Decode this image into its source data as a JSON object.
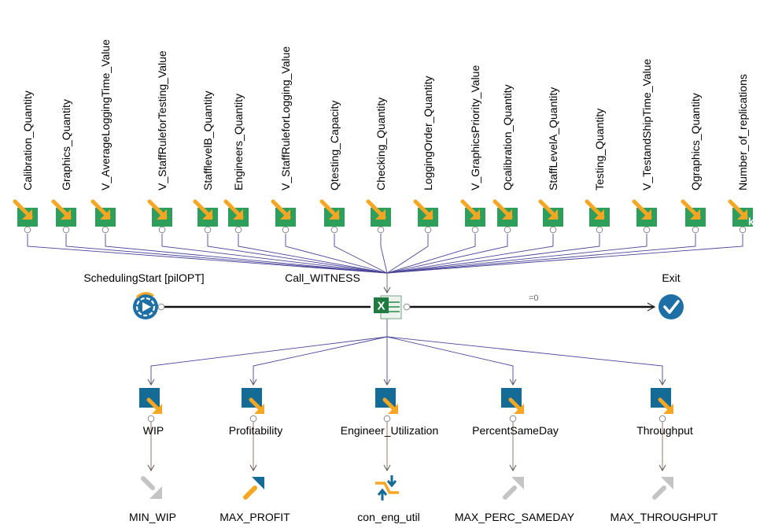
{
  "inputs": [
    {
      "label": "Calibration_Quantity"
    },
    {
      "label": "Graphics_Quantity"
    },
    {
      "label": "V_AverageLoggingTime_Value"
    },
    {
      "label": "V_StaffRuleforTesting_Value"
    },
    {
      "label": "StafflevelB_Quantity"
    },
    {
      "label": "Engineers_Quantity"
    },
    {
      "label": "V_StaffRuleforLogging_Value"
    },
    {
      "label": "Qtesting_Capacity"
    },
    {
      "label": "Checking_Quantity"
    },
    {
      "label": "LoggingOrder_Quantity"
    },
    {
      "label": "V_GraphicsPriority_Value"
    },
    {
      "label": "Qcalibration_Quantity"
    },
    {
      "label": "StaffLevelA_Quantity"
    },
    {
      "label": "Testing_Quantity"
    },
    {
      "label": "V_TestandShipTime_Value"
    },
    {
      "label": "Qgraphics_Quantity"
    },
    {
      "label": "Number_of_replications",
      "badge": "k"
    }
  ],
  "flow": {
    "start": {
      "label": "SchedulingStart [pilOPT]",
      "icon": "scheduling-start-icon"
    },
    "call": {
      "label": "Call_WITNESS",
      "icon": "excel-icon"
    },
    "exit": {
      "label": "Exit",
      "icon": "checkmark-icon"
    },
    "condition": "=0"
  },
  "outputs": [
    {
      "label": "WIP",
      "objective": "MIN_WIP",
      "objective_type": "minimize",
      "active": false
    },
    {
      "label": "Profitability",
      "objective": "MAX_PROFIT",
      "objective_type": "maximize",
      "active": true
    },
    {
      "label": "Engineer_Utilization",
      "objective": "con_eng_util",
      "objective_type": "constraint",
      "active": true
    },
    {
      "label": "PercentSameDay",
      "objective": "MAX_PERC_SAMEDAY",
      "objective_type": "maximize",
      "active": false
    },
    {
      "label": "Throughput",
      "objective": "MAX_THROUGHPUT",
      "objective_type": "maximize",
      "active": false
    }
  ],
  "colors": {
    "input_green": "#2e9e5b",
    "arrow_orange": "#f5a623",
    "output_blue": "#136b96",
    "connector_purple": "#4b4598",
    "inactive_gray": "#c4c4c4",
    "output_link_brown": "#8a6a5a"
  }
}
